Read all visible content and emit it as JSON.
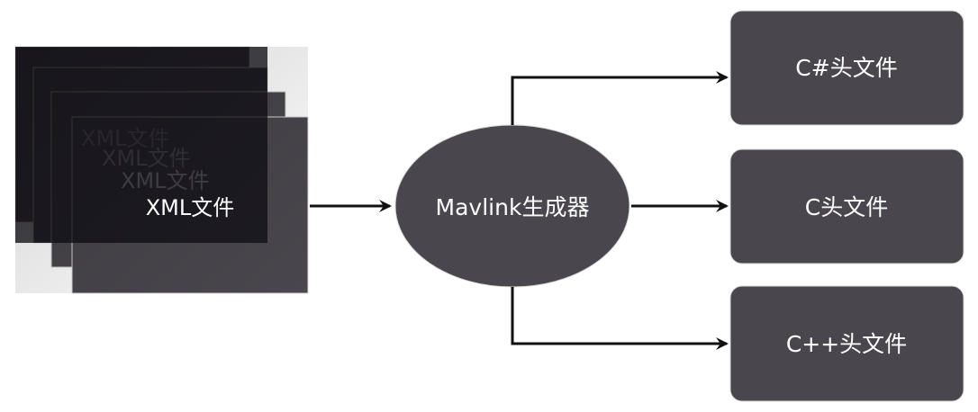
{
  "diagram": {
    "input_docs": {
      "label": "XML文件",
      "ghost_labels": [
        "XML文件",
        "XML文件",
        "XML文件"
      ]
    },
    "generator": {
      "label": "Mavlink生成器"
    },
    "outputs": [
      {
        "label": "C#头文件"
      },
      {
        "label": "C头文件"
      },
      {
        "label": "C++头文件"
      }
    ]
  },
  "colors": {
    "node_fill": "#49474d",
    "doc_front_fill": "#1b1920",
    "doc_stroke": "#d8d8d8",
    "edge": "#111111"
  }
}
